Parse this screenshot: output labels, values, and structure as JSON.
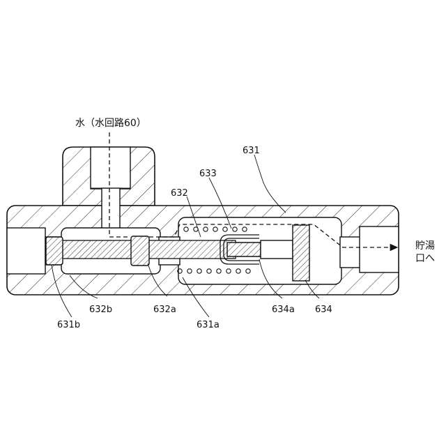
{
  "figure": {
    "labels": {
      "water_inlet": "水（水回路60）",
      "outlet_line1": "貯湯",
      "outlet_line2": "口へ",
      "l631": "631",
      "l632": "632",
      "l633": "633",
      "l631b": "631b",
      "l632b": "632b",
      "l632a": "632a",
      "l631a": "631a",
      "l634a": "634a",
      "l634": "634"
    }
  }
}
